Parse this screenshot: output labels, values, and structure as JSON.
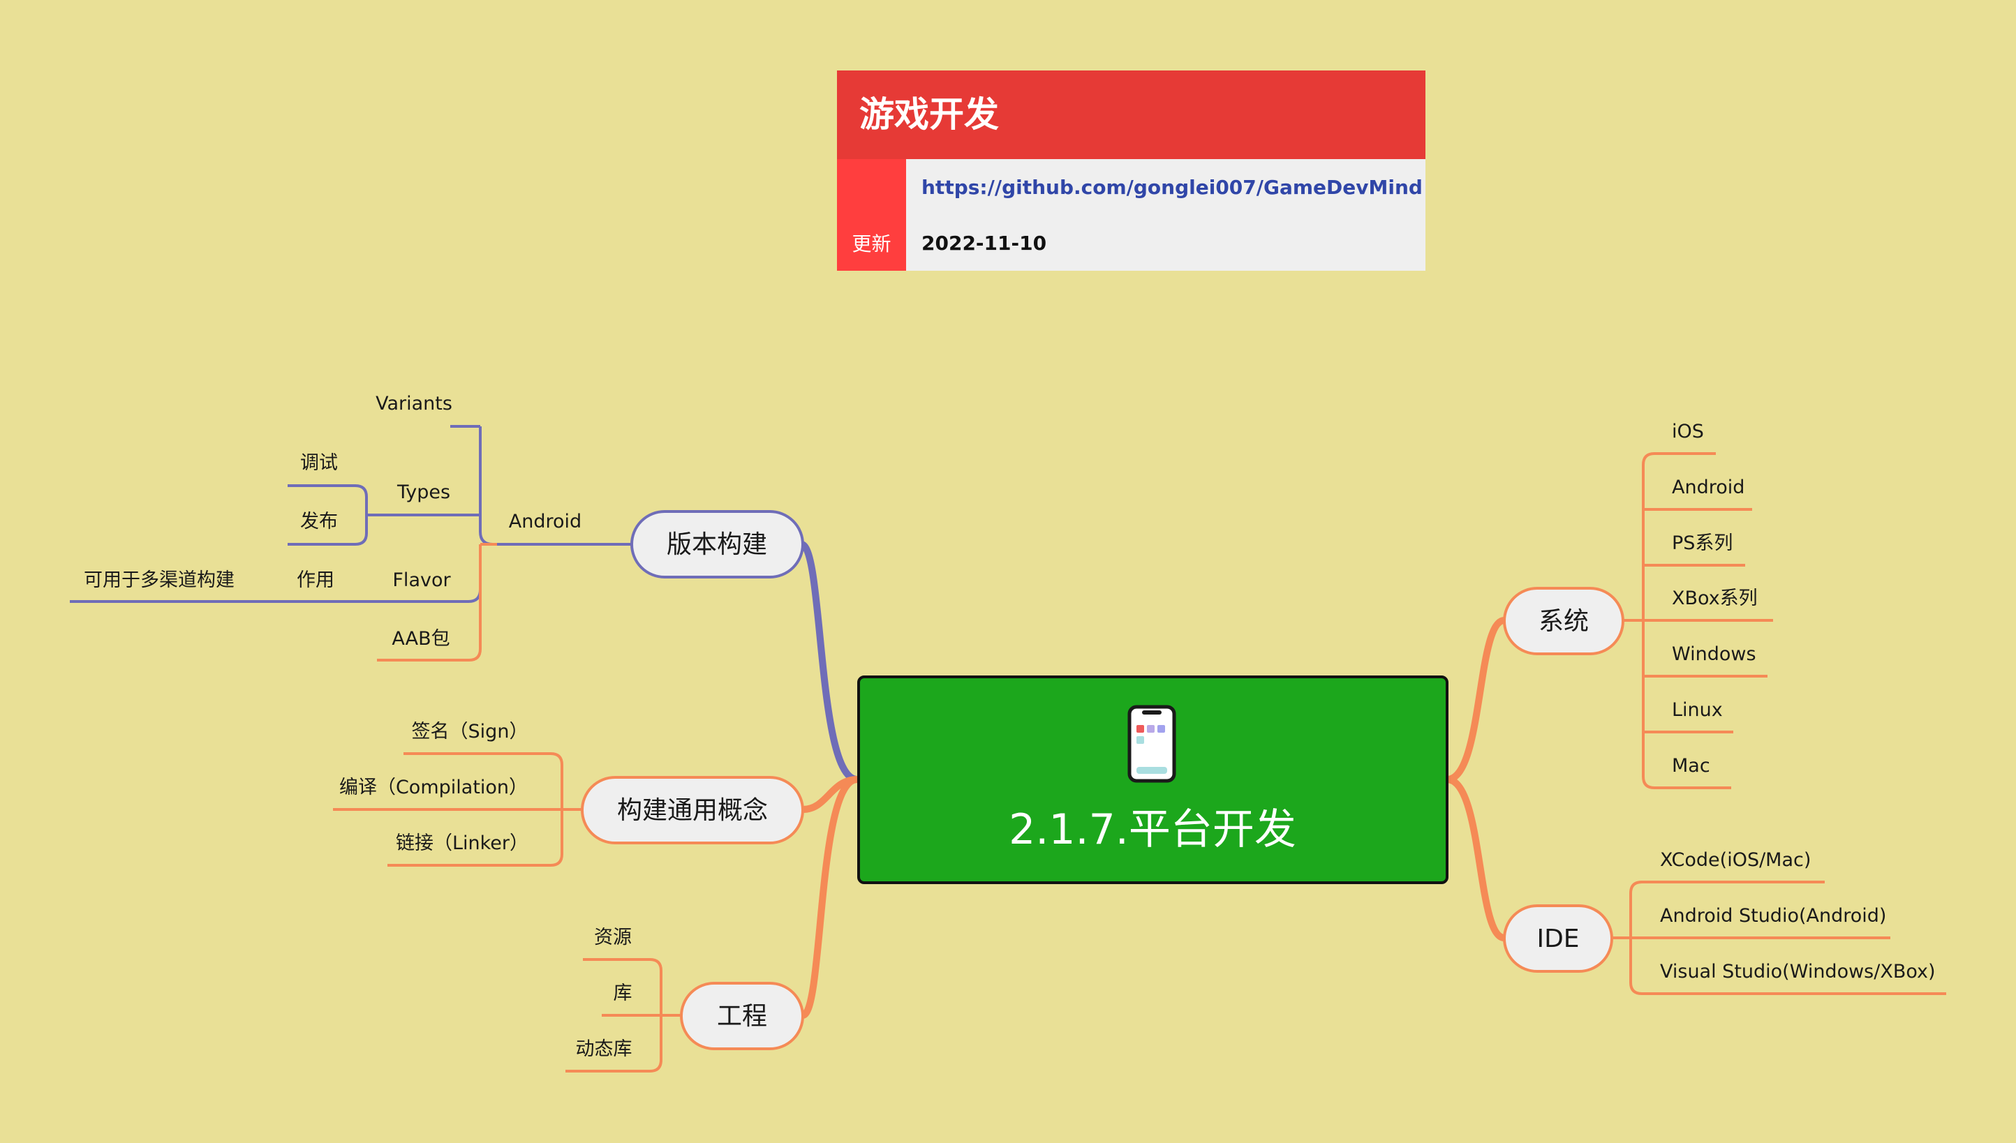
{
  "header_card": {
    "title": "游戏开发",
    "link_key": "",
    "link_value": "https://github.com/gonglei007/GameDevMind",
    "update_key": "更新",
    "update_value": "2022-11-10"
  },
  "central_topic": {
    "title": "2.1.7.平台开发",
    "icon": "smartphone-icon",
    "fill_color": "#1CA71C"
  },
  "branches": {
    "version_build": {
      "label": "版本构建",
      "android": {
        "label": "Android",
        "variants": "Variants",
        "types": {
          "label": "Types",
          "debug": "调试",
          "release": "发布"
        },
        "flavor": {
          "label": "Flavor",
          "purpose": "作用",
          "purpose_detail": "可用于多渠道构建"
        },
        "aab": "AAB包"
      }
    },
    "build_concepts": {
      "label": "构建通用概念",
      "sign": "签名（Sign）",
      "compilation": "编译（Compilation）",
      "linker": "链接（Linker）"
    },
    "engineering": {
      "label": "工程",
      "resources": "资源",
      "library": "库",
      "dynamic_library": "动态库"
    },
    "system": {
      "label": "系统",
      "items": [
        "iOS",
        "Android",
        "PS系列",
        "XBox系列",
        "Windows",
        "Linux",
        "Mac"
      ]
    },
    "ide": {
      "label": "IDE",
      "items": [
        "XCode(iOS/Mac)",
        "Android Studio(Android)",
        "Visual Studio(Windows/XBox)"
      ]
    }
  },
  "colors": {
    "background": "#E9E096",
    "orange_branch": "#F58A56",
    "purple_branch": "#6F6DB8",
    "topic_fill": "#EFEFEF"
  }
}
